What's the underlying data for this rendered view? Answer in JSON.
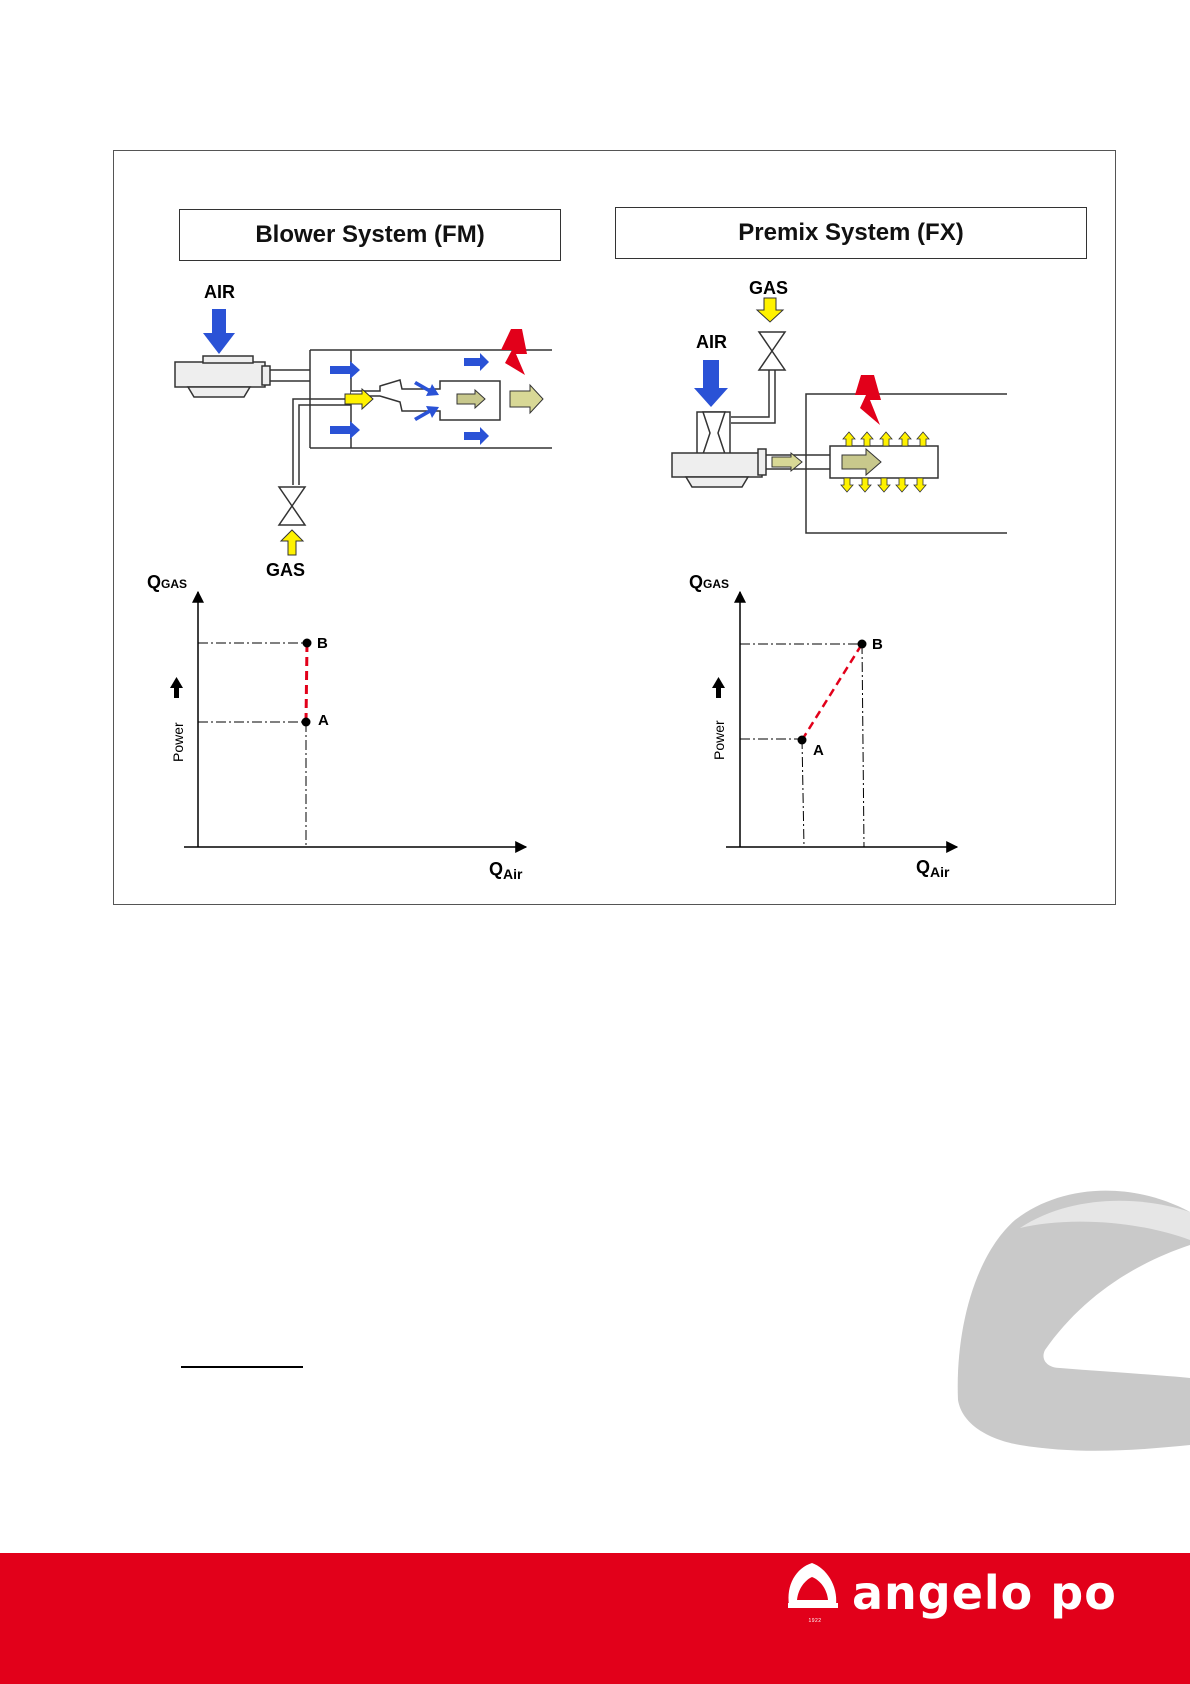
{
  "panels": {
    "blower": {
      "title": "Blower System (FM)",
      "air_label": "AIR",
      "gas_label": "GAS",
      "graph": {
        "y_label": "Q",
        "y_sub": "GAS",
        "x_label": "Q",
        "x_sub": "Air",
        "power_label": "Power",
        "point_a": "A",
        "point_b": "B"
      }
    },
    "premix": {
      "title": "Premix System (FX)",
      "air_label": "AIR",
      "gas_label": "GAS",
      "graph": {
        "y_label": "Q",
        "y_sub": "GAS",
        "x_label": "Q",
        "x_sub": "Air",
        "power_label": "Power",
        "point_a": "A",
        "point_b": "B"
      }
    }
  },
  "colors": {
    "air_arrow": "#2a52d6",
    "gas_arrow": "#fff200",
    "mix_arrow": "#c8c88c",
    "flame": "#e2001a",
    "power_line": "#e2001a",
    "footer": "#e2001a",
    "watermark": "#c8c8c8"
  },
  "footer": {
    "brand": "angelo po",
    "tagline": "1922"
  }
}
